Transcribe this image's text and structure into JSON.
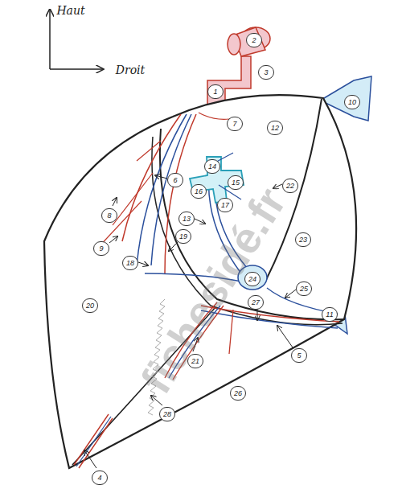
{
  "diagram": {
    "labels": [
      "Haut",
      "Droit",
      "1",
      "2",
      "3",
      "4",
      "5",
      "6",
      "7",
      "8",
      "9",
      "10",
      "11",
      "12",
      "13",
      "14",
      "15",
      "16",
      "17",
      "18",
      "19",
      "20",
      "21",
      "22",
      "23",
      "24",
      "25",
      "26",
      "27",
      "28",
      "fichesidé.fr"
    ]
  }
}
